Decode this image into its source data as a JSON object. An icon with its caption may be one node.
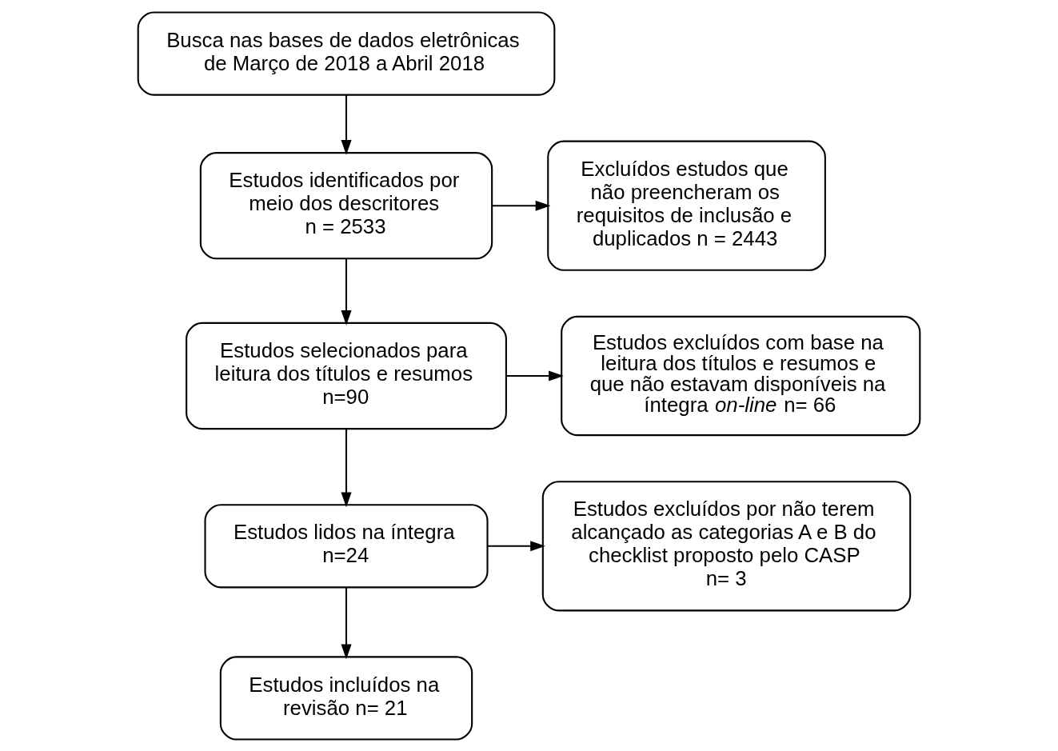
{
  "diagram": {
    "nodes": [
      {
        "text": [
          "Busca nas bases de dados eletrônicas de Março de 2018 a Abril 2018"
        ]
      },
      {
        "text": [
          "Estudos identificados por meio dos descritores",
          "n = 2533"
        ]
      },
      {
        "text": [
          "Excluídos estudos que não preencheram os requisitos de inclusão e duplicados n = 2443"
        ]
      },
      {
        "text": [
          "Estudos selecionados para leitura dos títulos e resumos",
          "n=90"
        ]
      },
      {
        "text": [
          "Estudos excluídos com base na leitura dos títulos e resumos e que não estavam disponíveis na íntegra *on-line* n= 66"
        ]
      },
      {
        "text": [
          "Estudos lidos na íntegra",
          "n=24"
        ]
      },
      {
        "text": [
          "Estudos excluídos por não terem alcançado as categorias A e B do checklist proposto pelo CASP",
          "n= 3"
        ]
      },
      {
        "text": [
          "Estudos incluídos na revisão n= 21"
        ]
      }
    ],
    "edges": [
      {
        "from": 0,
        "to": 1,
        "arrow": "to"
      },
      {
        "from": 1,
        "to": 3,
        "arrow": "to"
      },
      {
        "from": 1,
        "to": 2,
        "arrow": "to"
      },
      {
        "from": 3,
        "to": 5,
        "arrow": "to"
      },
      {
        "from": 3,
        "to": 4,
        "arrow": "to"
      },
      {
        "from": 5,
        "to": 7,
        "arrow": "to"
      },
      {
        "from": 5,
        "to": 6,
        "arrow": "to"
      }
    ]
  }
}
